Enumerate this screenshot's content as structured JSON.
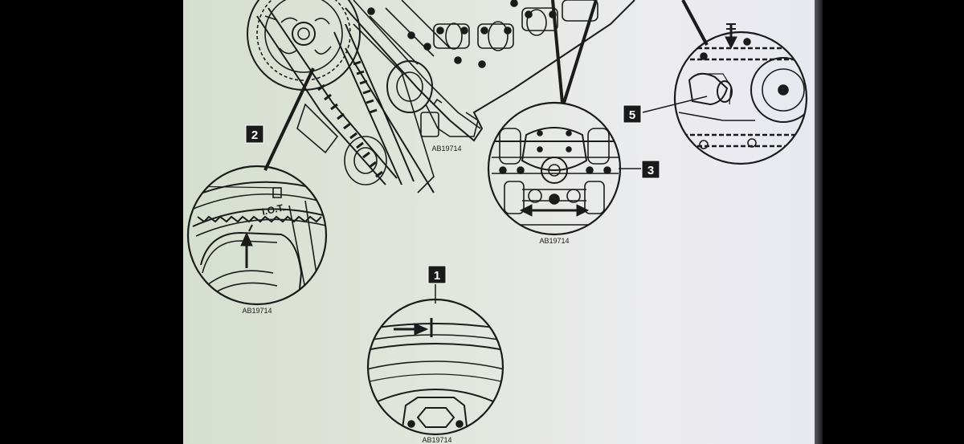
{
  "diagram": {
    "callouts": [
      {
        "id": "callout-1",
        "label": "1"
      },
      {
        "id": "callout-2",
        "label": "2"
      },
      {
        "id": "callout-3",
        "label": "3"
      },
      {
        "id": "callout-5",
        "label": "5"
      }
    ],
    "figure_codes": {
      "engine": "AB19714",
      "detail_2": "AB19714",
      "detail_3": "AB19714",
      "detail_1": "AB19714"
    },
    "timing_mark_text": "I.O.T."
  },
  "colors": {
    "line": "#1b1b1b",
    "screen_background": "#e4e7df",
    "bezel": "#000000",
    "callout_box": "#1a1a1a",
    "callout_text": "#ffffff"
  }
}
